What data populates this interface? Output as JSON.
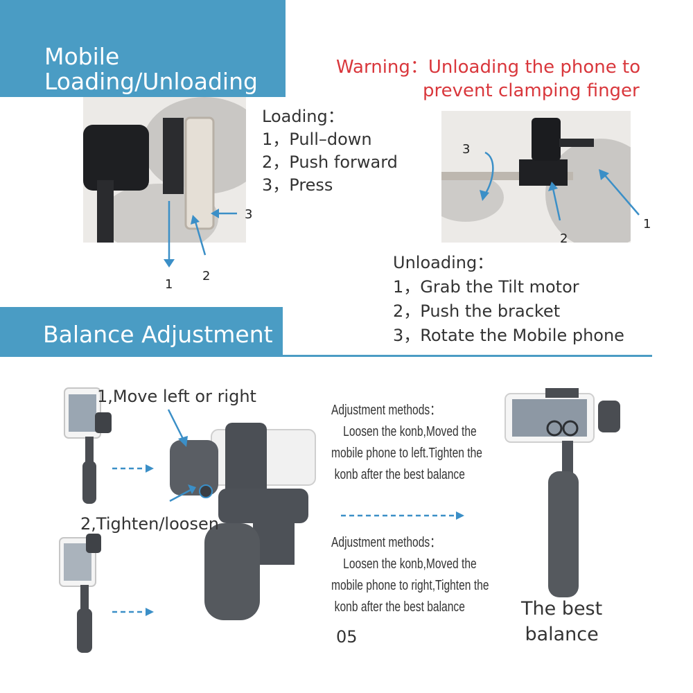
{
  "loading_section": {
    "banner_line1": "Mobile",
    "banner_line2": "Loading/Unloading",
    "warning_label": "Warning：",
    "warning_line1": "Unloading  the phone to",
    "warning_line2": "prevent clamping finger",
    "loading_title": "Loading：",
    "loading_steps": [
      "1，Pull–down",
      "2，Push forward",
      "3，Press"
    ],
    "loading_callouts": [
      "1",
      "2",
      "3"
    ],
    "unloading_title": "Unloading：",
    "unloading_steps": [
      "1，Grab the Tilt motor",
      "2，Push the bracket",
      "3，Rotate the Mobile  phone"
    ],
    "unloading_callouts": [
      "1",
      "2",
      "3"
    ]
  },
  "balance_section": {
    "banner": "Balance Adjustment",
    "step1": "1,Move left or right",
    "step2": "2,Tighten/loosen",
    "method_left": {
      "title": "Adjustment methods：",
      "lines": [
        "Loosen the konb,Moved the",
        "mobile phone to left.Tighten the",
        "konb after the best balance"
      ]
    },
    "method_right": {
      "title": "Adjustment methods：",
      "lines": [
        "Loosen the konb,Moved the",
        "mobile phone to right,Tighten the",
        "konb after the best balance"
      ]
    },
    "result_line1": "The best",
    "result_line2": "balance"
  },
  "page_number": "05",
  "colors": {
    "accent_blue": "#4a9cc4",
    "warning_red": "#d9373c",
    "arrow_blue": "#3b8fc7",
    "gimbal_gray": "#55595e"
  }
}
